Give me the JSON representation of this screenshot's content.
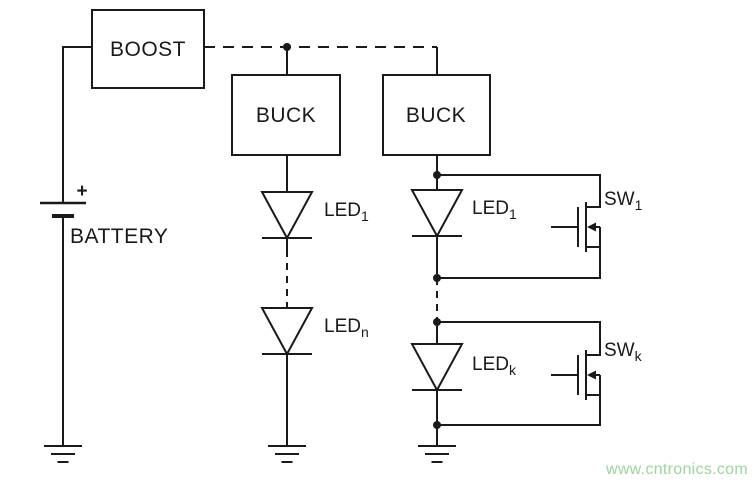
{
  "blocks": {
    "boost": {
      "label": "BOOST"
    },
    "buck_left": {
      "label": "BUCK"
    },
    "buck_right": {
      "label": "BUCK"
    }
  },
  "battery": {
    "polarity": "+",
    "label": "BATTERY"
  },
  "led_labels": {
    "left_top": {
      "base": "LED",
      "sub": "1"
    },
    "left_bottom": {
      "base": "LED",
      "sub": "n"
    },
    "right_top": {
      "base": "LED",
      "sub": "1"
    },
    "right_bottom": {
      "base": "LED",
      "sub": "k"
    }
  },
  "switch_labels": {
    "sw_top": {
      "base": "SW",
      "sub": "1"
    },
    "sw_bottom": {
      "base": "SW",
      "sub": "k"
    }
  },
  "watermark": {
    "text": "www.cntronics.com",
    "color": "#9fd3a0"
  },
  "colors": {
    "line": "#1a1a1a",
    "background": "#ffffff"
  }
}
